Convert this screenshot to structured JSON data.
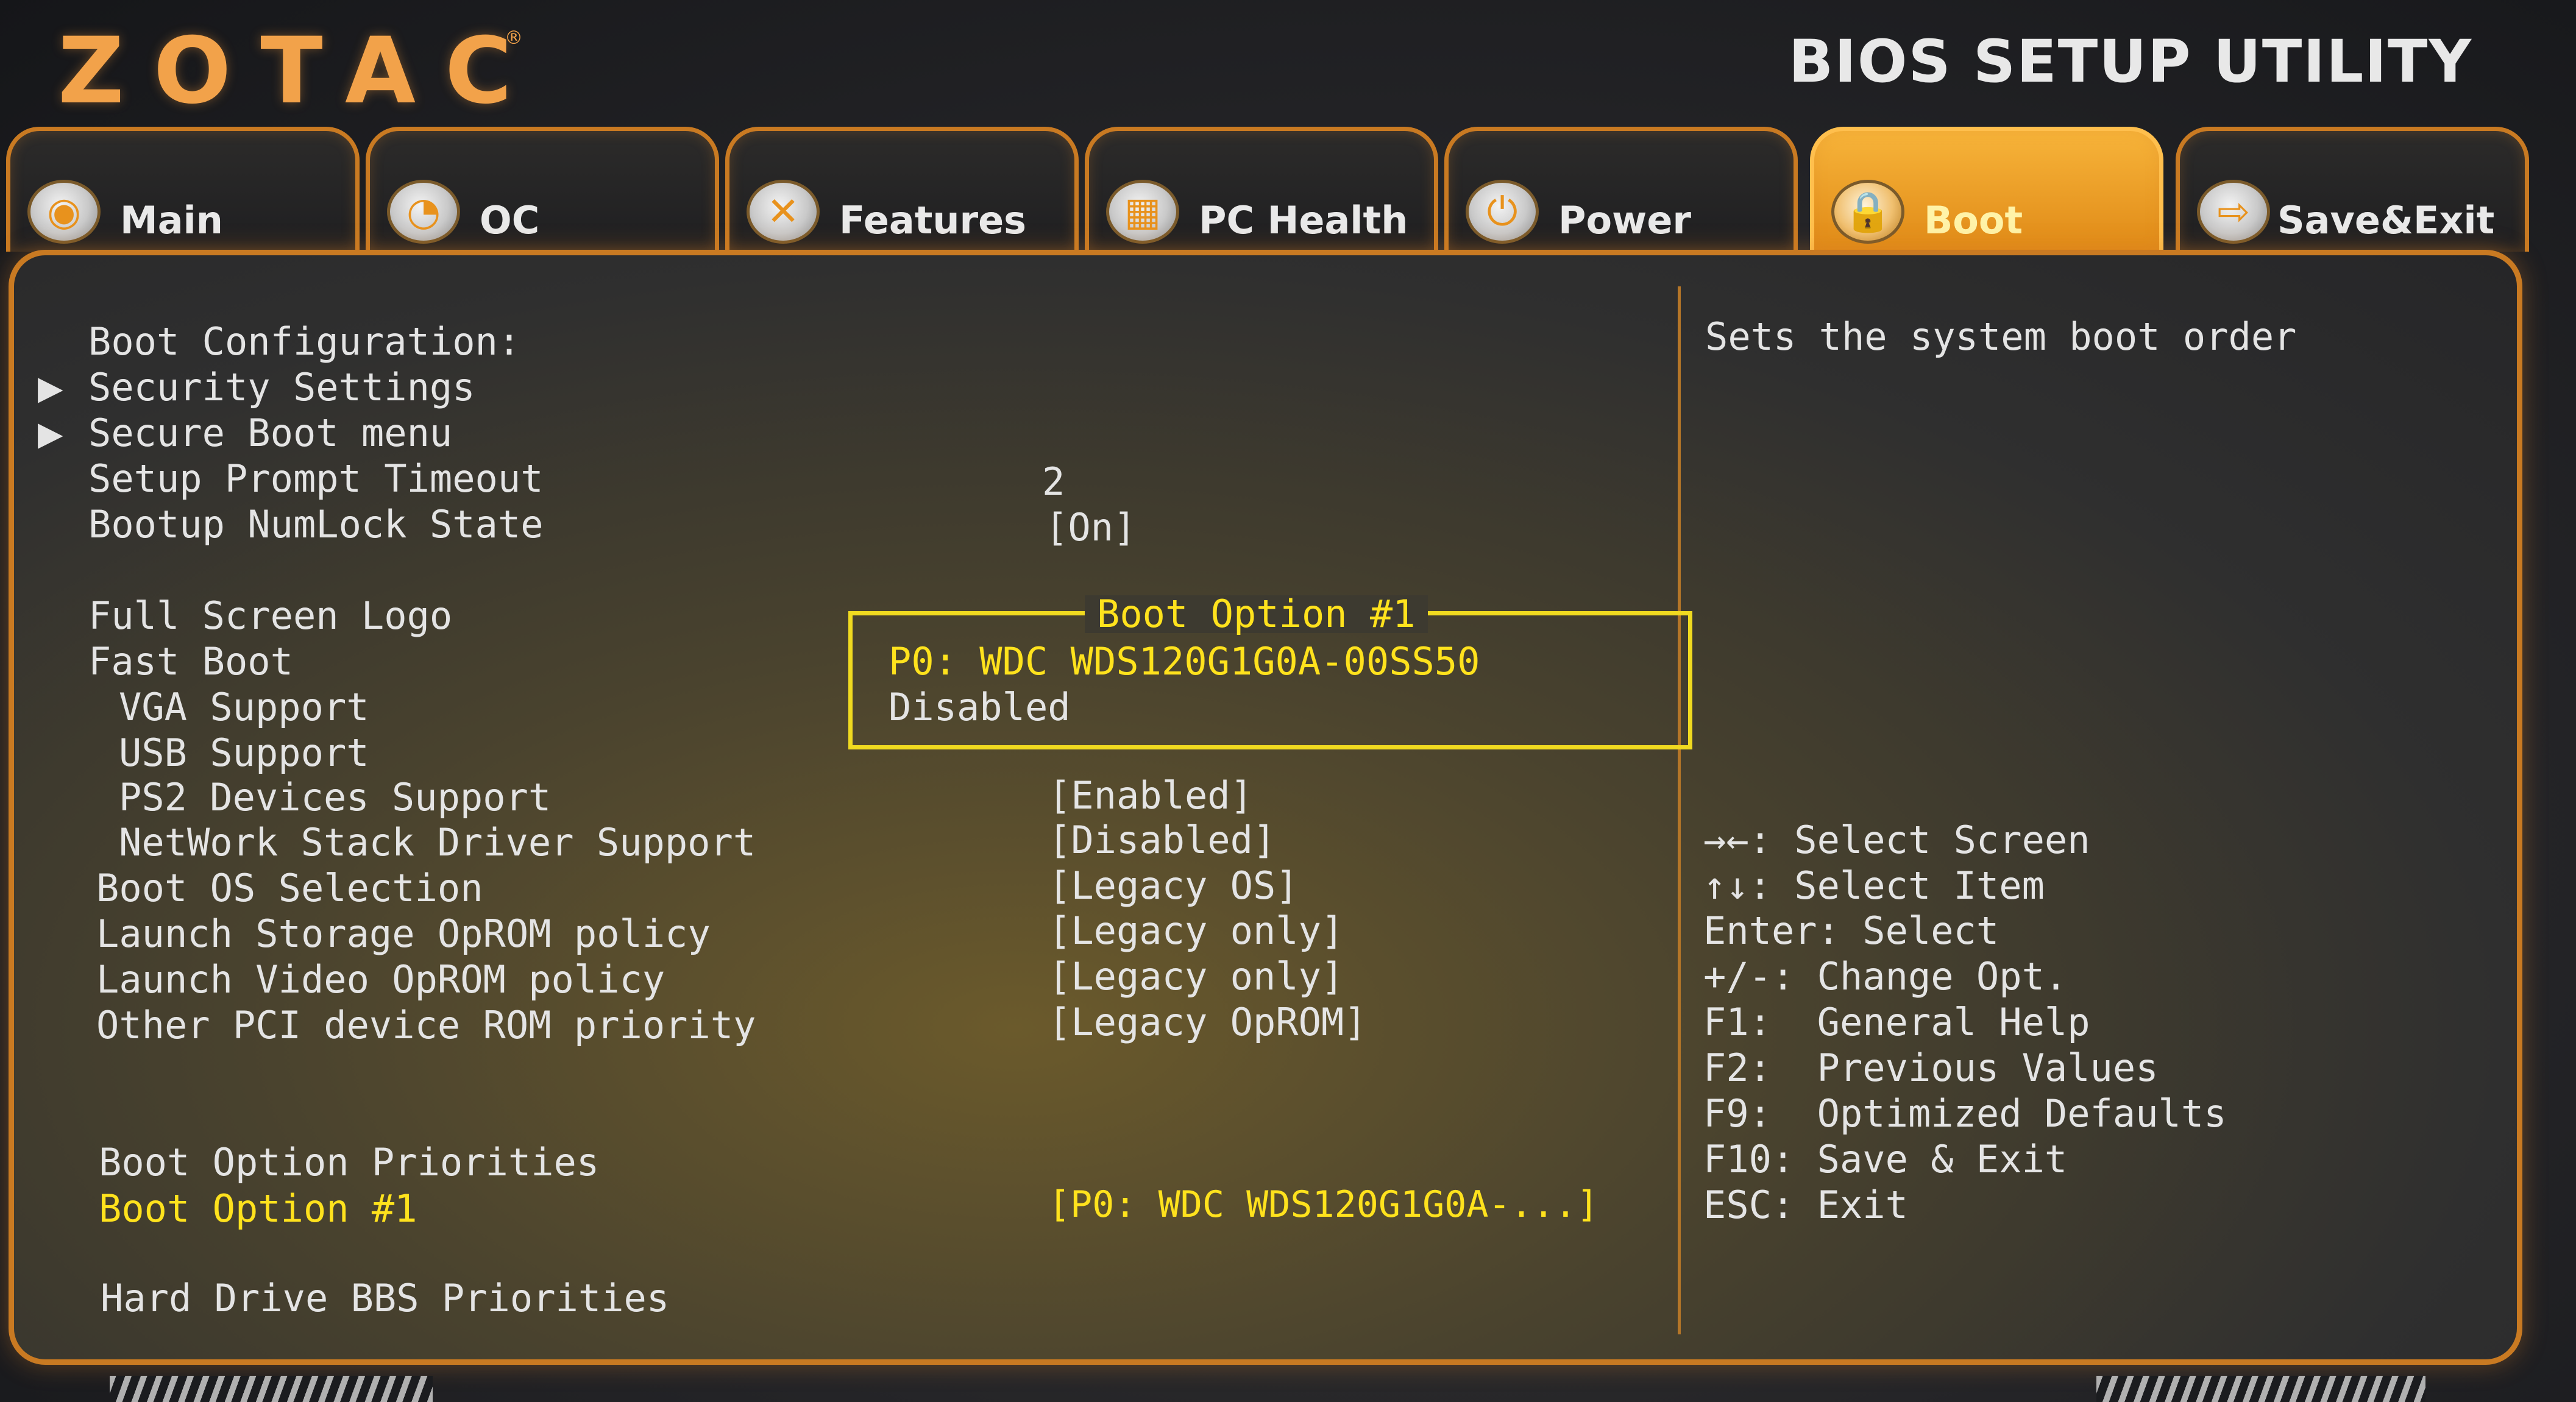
{
  "header": {
    "logo": "ZOTAC",
    "logo_mark": "®",
    "title": "BIOS SETUP UTILITY"
  },
  "tabs": [
    {
      "label": "Main",
      "icon": "main-icon",
      "glyph": "◉"
    },
    {
      "label": "OC",
      "icon": "oc-gauge-icon",
      "glyph": "◔"
    },
    {
      "label": "Features",
      "icon": "tools-icon",
      "glyph": "✕"
    },
    {
      "label": "PC Health",
      "icon": "chip-icon",
      "glyph": "▦"
    },
    {
      "label": "Power",
      "icon": "power-icon",
      "glyph": "⏻"
    },
    {
      "label": "Boot",
      "icon": "lock-icon",
      "glyph": "🔒",
      "active": true
    },
    {
      "label": "Save&Exit",
      "icon": "exit-icon",
      "glyph": "⇨"
    }
  ],
  "settings": {
    "boot_configuration": "Boot Configuration:",
    "security_settings": "Security Settings",
    "secure_boot_menu": "Secure Boot menu",
    "setup_prompt_timeout": {
      "label": "Setup Prompt Timeout",
      "value": "2"
    },
    "bootup_numlock": {
      "label": "Bootup NumLock State",
      "value": "[On]"
    },
    "full_screen_logo": "Full Screen Logo",
    "fast_boot": "Fast Boot",
    "vga_support": "VGA Support",
    "usb_support": "USB Support",
    "ps2_support": {
      "label": "PS2 Devices Support",
      "value": "[Enabled]"
    },
    "network_stack": {
      "label": "NetWork Stack Driver Support",
      "value": "[Disabled]"
    },
    "boot_os_selection": {
      "label": "Boot OS Selection",
      "value": "[Legacy OS]"
    },
    "storage_oprom": {
      "label": "Launch Storage OpROM policy",
      "value": "[Legacy only]"
    },
    "video_oprom": {
      "label": "Launch Video OpROM policy",
      "value": "[Legacy only]"
    },
    "pci_rom": {
      "label": "Other PCI device ROM priority",
      "value": "[Legacy OpROM]"
    },
    "boot_option_priorities": "Boot Option Priorities",
    "boot_option_1": {
      "label": "Boot Option #1",
      "value": "[P0: WDC WDS120G1G0A-...]"
    },
    "hdd_bbs": "Hard Drive BBS Priorities"
  },
  "popup": {
    "title": "Boot Option #1",
    "options": [
      "P0: WDC WDS120G1G0A-00SS50",
      "Disabled"
    ]
  },
  "help": {
    "description": "Sets the system boot order",
    "keys": [
      "→←: Select Screen",
      "↑↓: Select Item",
      "Enter: Select",
      "+/-: Change Opt.",
      "F1:  General Help",
      "F2:  Previous Values",
      "F9:  Optimized Defaults",
      "F10: Save & Exit",
      "ESC: Exit"
    ]
  },
  "colors": {
    "accent": "#c97a22",
    "highlight": "#ffe21d",
    "active_tab": "#f2a432",
    "text": "#e4e4e4"
  }
}
